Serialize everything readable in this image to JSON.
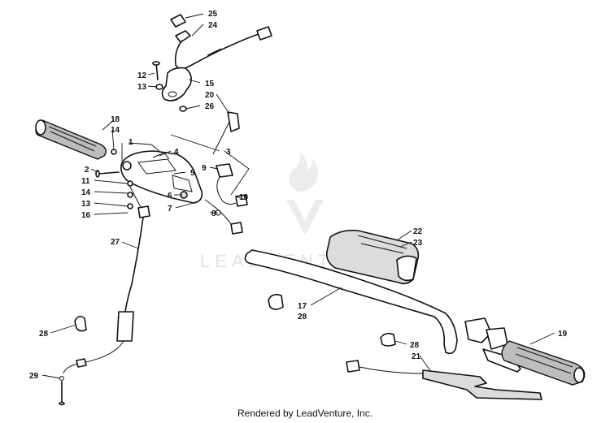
{
  "watermark": {
    "text": "LEADVENTURE"
  },
  "footer": {
    "text": "Rendered by LeadVenture, Inc."
  },
  "callouts": [
    "25",
    "24",
    "12",
    "13",
    "15",
    "20",
    "26",
    "18",
    "14",
    "1",
    "3",
    "4",
    "5",
    "9",
    "2",
    "11",
    "14",
    "13",
    "16",
    "6",
    "7",
    "8",
    "10",
    "27",
    "22",
    "23",
    "17",
    "28",
    "28",
    "19",
    "28",
    "21",
    "29"
  ]
}
